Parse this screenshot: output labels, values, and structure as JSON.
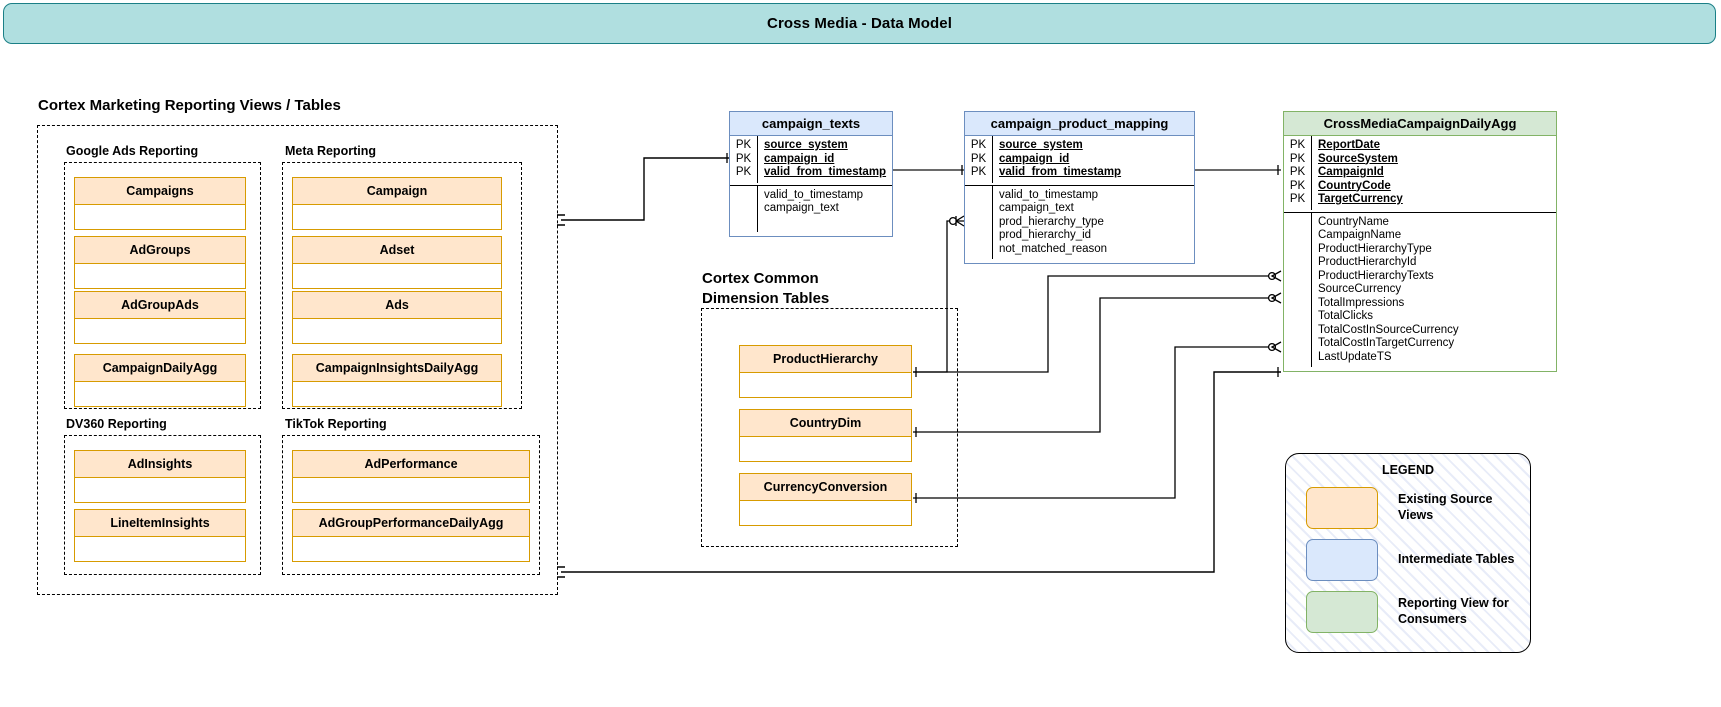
{
  "header": {
    "title": "Cross Media - Data Model"
  },
  "sections": {
    "cortex_marketing": "Cortex Marketing Reporting Views / Tables",
    "common_dimension": "Cortex Common\nDimension Tables",
    "google_ads": "Google Ads Reporting",
    "meta": "Meta Reporting",
    "dv360": "DV360 Reporting",
    "tiktok": "TikTok Reporting"
  },
  "source_views": {
    "google_ads": [
      "Campaigns",
      "AdGroups",
      "AdGroupAds",
      "CampaignDailyAgg"
    ],
    "meta": [
      "Campaign",
      "Adset",
      "Ads",
      "CampaignInsightsDailyAgg"
    ],
    "dv360": [
      "AdInsights",
      "LineItemInsights"
    ],
    "tiktok": [
      "AdPerformance",
      "AdGroupPerformanceDailyAgg"
    ],
    "common_dimension": [
      "ProductHierarchy",
      "CountryDim",
      "CurrencyConversion"
    ]
  },
  "er_tables": [
    {
      "name": "campaign_texts",
      "color": "blue",
      "primary_keys": [
        "source_system",
        "campaign_id",
        "valid_from_timestamp"
      ],
      "attributes": [
        "valid_to_timestamp",
        "campaign_text"
      ]
    },
    {
      "name": "campaign_product_mapping",
      "color": "blue",
      "primary_keys": [
        "source_system",
        "campaign_id",
        "valid_from_timestamp"
      ],
      "attributes": [
        "valid_to_timestamp",
        "campaign_text",
        "prod_hierarchy_type",
        "prod_hierarchy_id",
        "not_matched_reason"
      ]
    },
    {
      "name": "CrossMediaCampaignDailyAgg",
      "color": "green",
      "primary_keys": [
        "ReportDate",
        "SourceSystem",
        "CampaignId",
        "CountryCode",
        "TargetCurrency"
      ],
      "attributes": [
        "CountryName",
        "CampaignName",
        "ProductHierarchyType",
        "ProductHierarchyId",
        "ProductHierarchyTexts",
        "SourceCurrency",
        "TotalImpressions",
        "TotalClicks",
        "TotalCostInSourceCurrency",
        "TotalCostInTargetCurrency",
        "LastUpdateTS"
      ]
    }
  ],
  "legend": {
    "title": "LEGEND",
    "items": [
      {
        "swatch": "orange",
        "label": "Existing Source Views"
      },
      {
        "swatch": "blue",
        "label": "Intermediate Tables"
      },
      {
        "swatch": "green",
        "label": "Reporting View for\nConsumers"
      }
    ]
  },
  "colors": {
    "banner_fill": "#b0dfe0",
    "banner_border": "#1a7f86",
    "orange_fill": "#ffe6cc",
    "orange_border": "#d79b00",
    "blue_fill": "#dae8fc",
    "blue_border": "#6c8ebf",
    "green_fill": "#d5e8d4",
    "green_border": "#82b366",
    "wire": "#000000"
  }
}
